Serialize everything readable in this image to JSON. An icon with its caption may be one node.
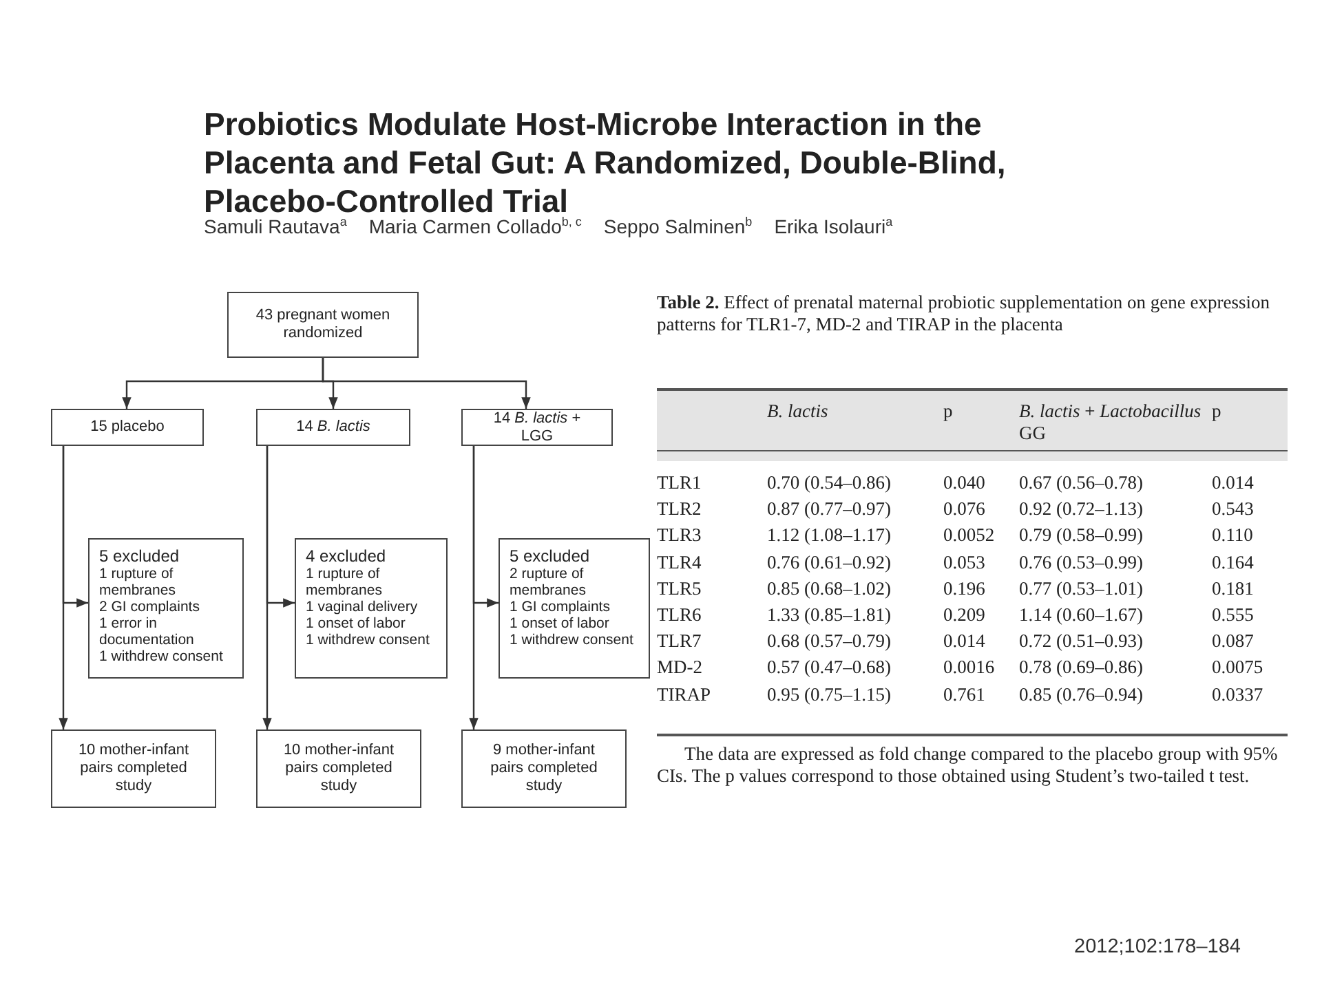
{
  "diagram": {
    "title": "Probiotics Modulate Host-Microbe Interaction in the Placenta and Fetal Gut: A Randomized, Double-Blind, Placebo-Controlled Trial",
    "nodes": [
      {
        "text": [
          "43 pregnant women randomized"
        ]
      },
      {
        "text": [
          "15 placebo"
        ]
      },
      {
        "text": [
          "14 *B. lactis*"
        ]
      },
      {
        "text": [
          "14 *B. lactis* + LGG"
        ]
      },
      {
        "text": [
          "5 excluded",
          "1 rupture of membranes",
          "2 GI complaints",
          "1 error in documentation",
          "1 withdrew consent"
        ]
      },
      {
        "text": [
          "4 excluded",
          "1 rupture of membranes",
          "1 vaginal delivery",
          "1 onset of labor",
          "1 withdrew consent"
        ]
      },
      {
        "text": [
          "5 excluded",
          "2 rupture of membranes",
          "1 GI complaints",
          "1 onset of labor",
          "1 withdrew consent"
        ]
      },
      {
        "text": [
          "10 mother-infant pairs completed study"
        ]
      },
      {
        "text": [
          "10 mother-infant pairs completed study"
        ]
      },
      {
        "text": [
          "9 mother-infant pairs completed study"
        ]
      }
    ],
    "edges": [
      {
        "from": 0,
        "to": 1,
        "arrow": "to"
      },
      {
        "from": 0,
        "to": 2,
        "arrow": "to"
      },
      {
        "from": 0,
        "to": 3,
        "arrow": "to"
      },
      {
        "from": 1,
        "to": 4,
        "arrow": "to"
      },
      {
        "from": 1,
        "to": 7,
        "arrow": "to"
      },
      {
        "from": 2,
        "to": 5,
        "arrow": "to"
      },
      {
        "from": 2,
        "to": 8,
        "arrow": "to"
      },
      {
        "from": 3,
        "to": 6,
        "arrow": "to"
      },
      {
        "from": 3,
        "to": 9,
        "arrow": "to"
      }
    ],
    "labels": [
      "Samuli Rautava$^{a}$",
      "Maria Carmen Collado$^{b, c}$",
      "Seppo Salminen$^{b}$",
      "Erika Isolauri$^{a}$",
      "**Table 2.** Effect of prenatal maternal probiotic supplementation on gene expression patterns for TLR1-7, MD-2 and TIRAP in the placenta",
      "*B. lactis*",
      "p",
      "*B. lactis* + *Lactobacillus* GG",
      "p",
      "TLR1",
      "0.70 (0.54–0.86)",
      "0.040",
      "0.67 (0.56–0.78)",
      "0.014",
      "TLR2",
      "0.87 (0.77–0.97)",
      "0.076",
      "0.92 (0.72–1.13)",
      "0.543",
      "TLR3",
      "1.12 (1.08–1.17)",
      "0.0052",
      "0.79 (0.58–0.99)",
      "0.110",
      "TLR4",
      "0.76 (0.61–0.92)",
      "0.053",
      "0.76 (0.53–0.99)",
      "0.164",
      "TLR5",
      "0.85 (0.68–1.02)",
      "0.196",
      "0.77 (0.53–1.01)",
      "0.181",
      "TLR6",
      "1.33 (0.85–1.81)",
      "0.209",
      "1.14 (0.60–1.67)",
      "0.555",
      "TLR7",
      "0.68 (0.57–0.79)",
      "0.014",
      "0.72 (0.51–0.93)",
      "0.087",
      "MD-2",
      "0.57 (0.47–0.68)",
      "0.0016",
      "0.78 (0.69–0.86)",
      "0.0075",
      "TIRAP",
      "0.95 (0.75–1.15)",
      "0.761",
      "0.85 (0.76–0.94)",
      "0.0337",
      "The data are expressed as fold change compared to the placebo group with 95% CIs. The p values correspond to those obtained using Student’s two-tailed t test.",
      "2012;102:178–184"
    ]
  }
}
